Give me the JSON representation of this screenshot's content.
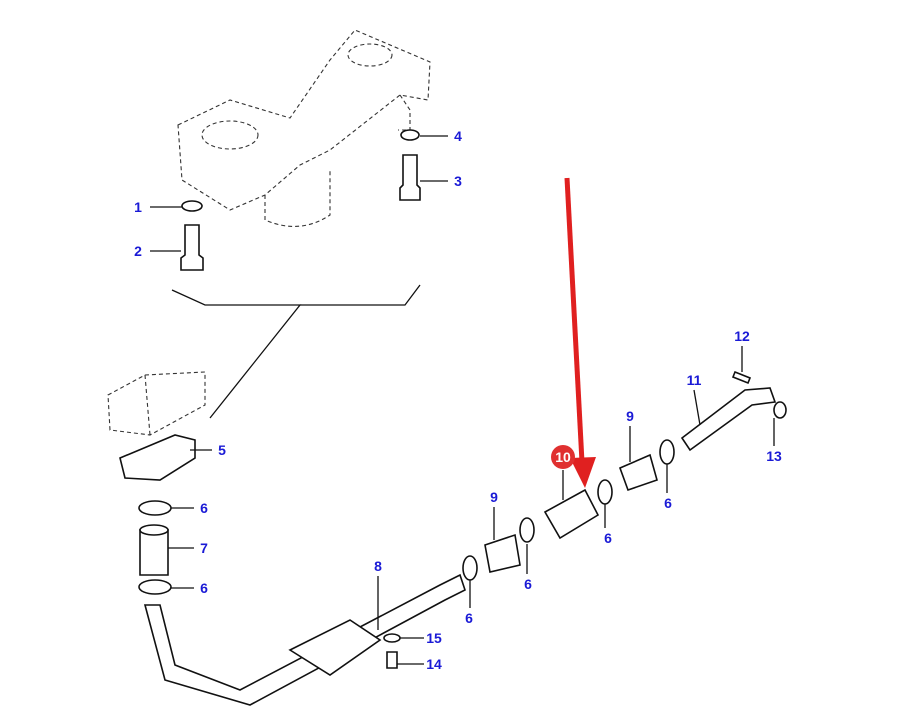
{
  "diagram": {
    "callouts": {
      "c1": "1",
      "c2": "2",
      "c3": "3",
      "c4": "4",
      "c5": "5",
      "c6a": "6",
      "c7": "7",
      "c6b": "6",
      "c8": "8",
      "c9a": "9",
      "c6c": "6",
      "c6d": "6",
      "c15": "15",
      "c14": "14",
      "c10": "10",
      "c6e": "6",
      "c9b": "9",
      "c6f": "6",
      "c11": "11",
      "c12": "12",
      "c13": "13"
    },
    "colors": {
      "callout": "#1a1ad6",
      "highlight": "#e02020",
      "badge": "#e03030"
    }
  }
}
